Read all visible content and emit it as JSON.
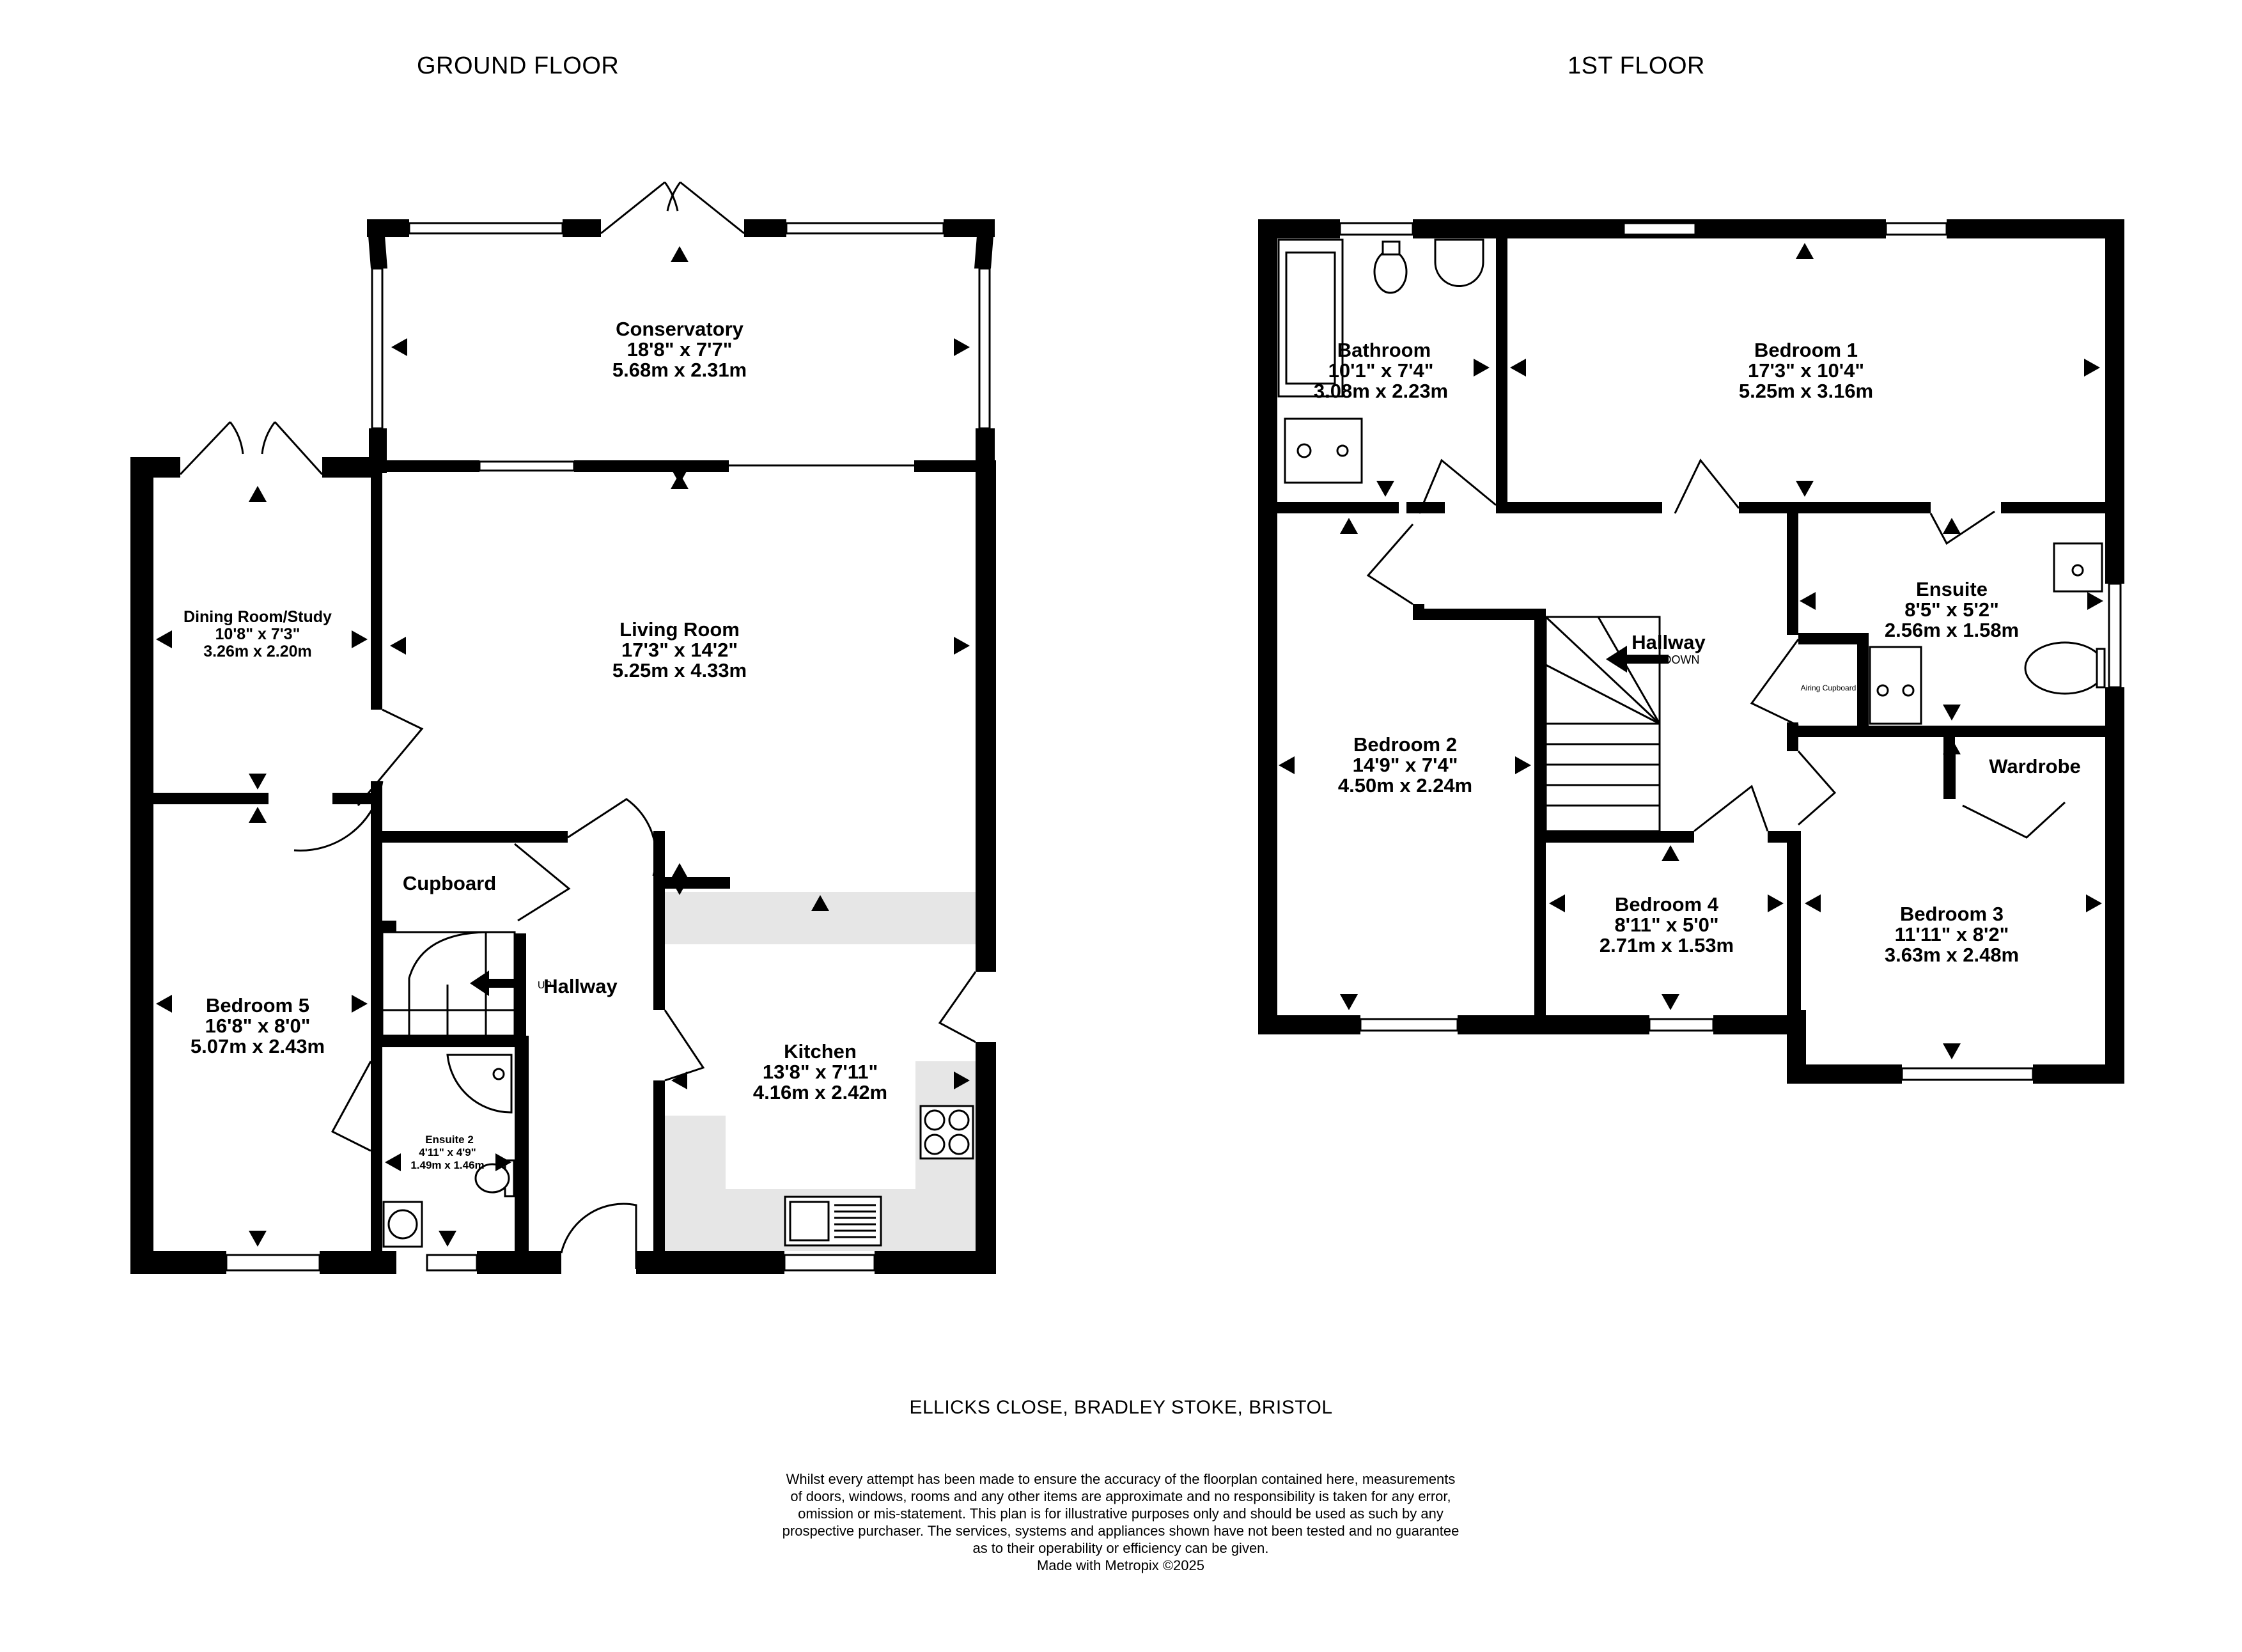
{
  "floors": {
    "ground": "GROUND FLOOR",
    "first": "1ST FLOOR"
  },
  "rooms": {
    "conservatory": {
      "name": "Conservatory",
      "imperial": "18'8\"  x 7'7\"",
      "metric": "5.68m  x 2.31m"
    },
    "dining": {
      "name": "Dining Room/Study",
      "imperial": "10'8\"  x 7'3\"",
      "metric": "3.26m  x 2.20m"
    },
    "living": {
      "name": "Living Room",
      "imperial": "17'3\"  x 14'2\"",
      "metric": "5.25m  x 4.33m"
    },
    "cupboard": {
      "name": "Cupboard"
    },
    "hallway_ground": {
      "name": "Hallway",
      "note": "UP"
    },
    "bedroom5": {
      "name": "Bedroom 5",
      "imperial": "16'8\"  x 8'0\"",
      "metric": "5.07m  x 2.43m"
    },
    "kitchen": {
      "name": "Kitchen",
      "imperial": "13'8\"  x 7'11\"",
      "metric": "4.16m  x 2.42m"
    },
    "ensuite2": {
      "name": "Ensuite 2",
      "imperial": "4'11\"  x 4'9\"",
      "metric": "1.49m  x 1.46m"
    },
    "bathroom": {
      "name": "Bathroom",
      "imperial": "10'1\"  x 7'4\"",
      "metric": "3.08m  x 2.23m"
    },
    "bedroom1": {
      "name": "Bedroom 1",
      "imperial": "17'3\"  x 10'4\"",
      "metric": "5.25m  x 3.16m"
    },
    "ensuite": {
      "name": "Ensuite",
      "imperial": "8'5\"  x 5'2\"",
      "metric": "2.56m  x 1.58m"
    },
    "hallway_first": {
      "name": "Hallway",
      "note": "DOWN"
    },
    "airing": {
      "name": "Airing Cupboard"
    },
    "bedroom2": {
      "name": "Bedroom 2",
      "imperial": "14'9\"  x 7'4\"",
      "metric": "4.50m  x 2.24m"
    },
    "wardrobe": {
      "name": "Wardrobe"
    },
    "bedroom4": {
      "name": "Bedroom 4",
      "imperial": "8'11\"  x 5'0\"",
      "metric": "2.71m  x 1.53m"
    },
    "bedroom3": {
      "name": "Bedroom 3",
      "imperial": "11'11\"  x 8'2\"",
      "metric": "3.63m  x 2.48m"
    }
  },
  "address": "ELLICKS CLOSE, BRADLEY STOKE, BRISTOL",
  "disclaimer": [
    "Whilst every attempt has been made to ensure the accuracy of the floorplan contained here, measurements",
    "of doors, windows, rooms and any other items are approximate and no responsibility is taken for any error,",
    "omission or mis-statement. This plan is for illustrative purposes only and should be used as such by any",
    "prospective purchaser. The services, systems and appliances shown have not been tested and no guarantee",
    "as to their operability or efficiency can be given.",
    "Made with Metropix ©2025"
  ],
  "colors": {
    "wall": "#000000",
    "kitchen_counter": "#e6e6e6",
    "window": "#ffffff"
  }
}
